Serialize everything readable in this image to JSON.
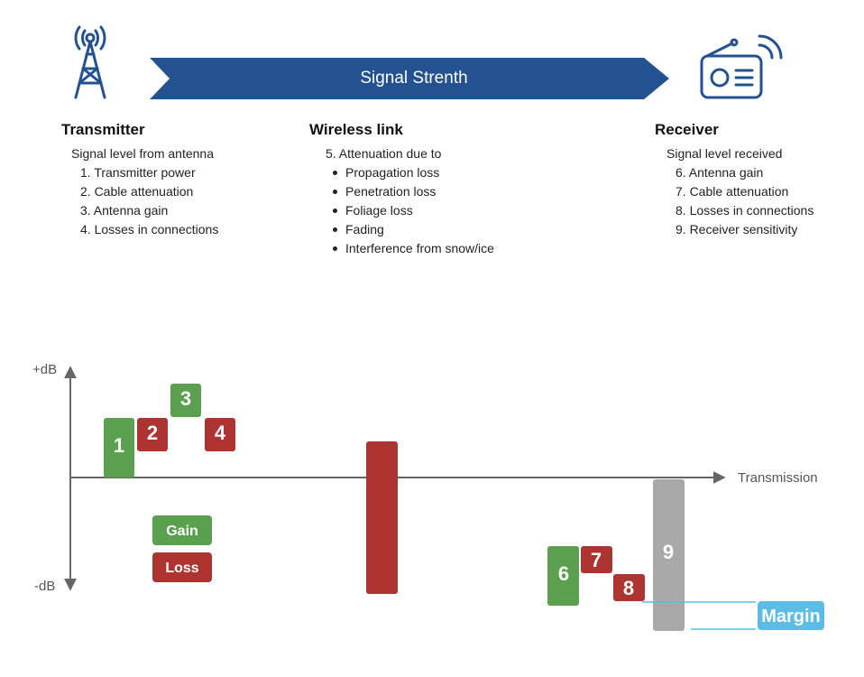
{
  "header": {
    "arrow_label": "Signal Strenth",
    "colors": {
      "arrow": "#245290",
      "icon": "#245290"
    }
  },
  "transmitter": {
    "title": "Transmitter",
    "intro": "Signal level from antenna",
    "items": [
      "1. Transmitter power",
      "2. Cable attenuation",
      "3. Antenna gain",
      "4. Losses in connections"
    ]
  },
  "wireless": {
    "title": "Wireless link",
    "intro": "5. Attenuation due to",
    "items": [
      "Propagation loss",
      "Penetration loss",
      "Foliage loss",
      "Fading",
      "Interference from snow/ice"
    ]
  },
  "receiver": {
    "title": "Receiver",
    "intro": "Signal level received",
    "items": [
      "6. Antenna gain",
      "7. Cable attenuation",
      "8. Losses in connections",
      "9. Receiver sensitivity"
    ]
  },
  "diagram": {
    "y_top_label": "+dB",
    "y_bottom_label": "-dB",
    "x_label": "Transmission",
    "blocks": {
      "b1": "1",
      "b2": "2",
      "b3": "3",
      "b4": "4",
      "b6": "6",
      "b7": "7",
      "b8": "8",
      "b9": "9"
    },
    "legend": {
      "gain": "Gain",
      "loss": "Loss"
    },
    "margin_label": "Margin",
    "colors": {
      "gain": "#5ba04f",
      "loss": "#ad3431",
      "sensitivity": "#a9a9a9",
      "margin": "#5bbde5",
      "axis": "#666666"
    }
  }
}
